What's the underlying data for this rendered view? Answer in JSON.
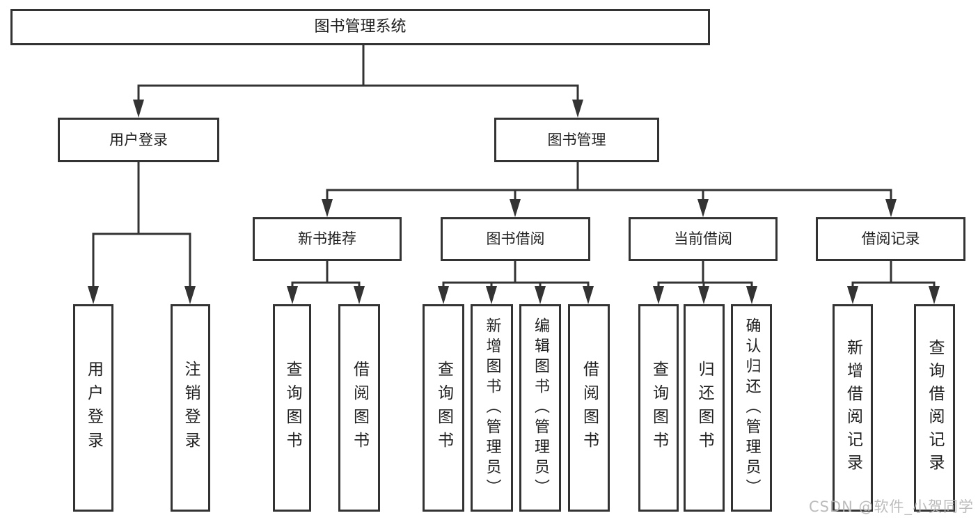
{
  "diagram": {
    "root": "图书管理系统",
    "level2": {
      "user_login": "用户登录",
      "book_mgmt": "图书管理"
    },
    "level3": {
      "new_books": "新书推荐",
      "book_borrow": "图书借阅",
      "current_borrow": "当前借阅",
      "borrow_records": "借阅记录"
    },
    "leaves": {
      "login": "用户登录",
      "logout": "注销登录",
      "rec_query_books": "查询图书",
      "rec_borrow_books": "借阅图书",
      "bor_query_books": "查询图书",
      "bor_add_books": "新增图书（管理员）",
      "bor_edit_books": "编辑图书（管理员）",
      "bor_borrow_books": "借阅图书",
      "cur_query_books": "查询图书",
      "cur_return_books": "归还图书",
      "cur_confirm_return": "确认归还（管理员）",
      "log_add_record": "新增借阅记录",
      "log_query_record": "查询借阅记录"
    }
  },
  "watermark": "CSDN @软件_小贺同学",
  "colors": {
    "line": "#333333",
    "box_fill": "#ffffff",
    "text": "#1f1f1f",
    "watermark": "#b5b5b5"
  }
}
